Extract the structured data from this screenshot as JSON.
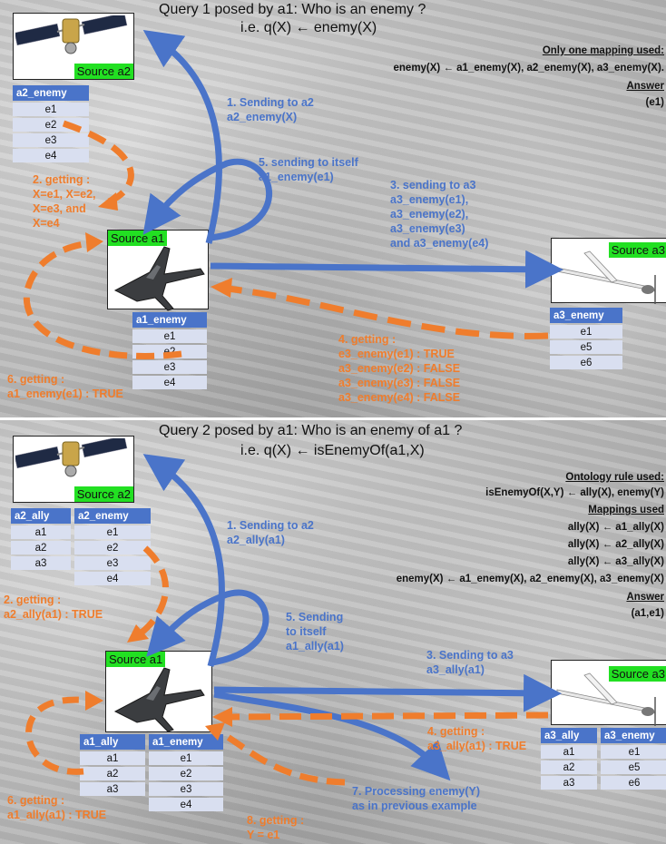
{
  "panel1": {
    "title_line1": "Query 1 posed by a1: Who  is an enemy ?",
    "title_line2": "i.e. q(X) ← enemy(X)",
    "mapping_header": "Only one mapping used:",
    "mapping_rule": "enemy(X) ← a1_enemy(X), a2_enemy(X), a3_enemy(X).",
    "answer_header": "Answer",
    "answer_value": "(e1)",
    "source_a1_label": "Source a1",
    "source_a2_label": "Source a2",
    "source_a3_label": "Source a3",
    "step1": [
      "1. Sending to a2",
      "a2_enemy(X)"
    ],
    "step2": [
      "2. getting :",
      "X=e1, X=e2,",
      "X=e3, and",
      "X=e4"
    ],
    "step3": [
      "3. sending to a3",
      "a3_enemy(e1),",
      "a3_enemy(e2),",
      "a3_enemy(e3)",
      "and a3_enemy(e4)"
    ],
    "step4": [
      "4. getting :",
      "e3_enemy(e1) : TRUE",
      "a3_enemy(e2) : FALSE",
      "a3_enemy(e3) : FALSE",
      "a3_enemy(e4) : FALSE"
    ],
    "step5": [
      "5. sending to itself",
      "a1_enemy(e1)"
    ],
    "step6": [
      "6. getting :",
      "a1_enemy(e1) : TRUE"
    ],
    "table_a2": {
      "header": "a2_enemy",
      "rows": [
        "e1",
        "e2",
        "e3",
        "e4"
      ]
    },
    "table_a1": {
      "header": "a1_enemy",
      "rows": [
        "e1",
        "e2",
        "e3",
        "e4"
      ]
    },
    "table_a3": {
      "header": "a3_enemy",
      "rows": [
        "e1",
        "e5",
        "e6"
      ]
    }
  },
  "panel2": {
    "title_line1": "Query 2 posed by a1: Who  is an enemy of a1 ?",
    "title_line2": "i.e. q(X) ← isEnemyOf(a1,X)",
    "ontology_header": "Ontology rule used:",
    "ontology_rule": "isEnemyOf(X,Y) ← ally(X), enemy(Y)",
    "mappings_header": "Mappings used",
    "mapping_rules": [
      "ally(X) ← a1_ally(X)",
      "ally(X) ← a2_ally(X)",
      "ally(X) ← a3_ally(X)",
      "enemy(X) ← a1_enemy(X), a2_enemy(X), a3_enemy(X)"
    ],
    "answer_header": "Answer",
    "answer_value": "(a1,e1)",
    "source_a1_label": "Source a1",
    "source_a2_label": "Source a2",
    "source_a3_label": "Source a3",
    "step1": [
      "1. Sending to a2",
      "a2_ally(a1)"
    ],
    "step2": [
      "2. getting :",
      "a2_ally(a1) : TRUE"
    ],
    "step3": [
      "3. Sending to a3",
      "a3_ally(a1)"
    ],
    "step4": [
      "4. getting :",
      "a3_ally(a1) : TRUE"
    ],
    "step5": [
      "5. Sending",
      "to itself",
      "a1_ally(a1)"
    ],
    "step6": [
      "6. getting :",
      "a1_ally(a1) : TRUE"
    ],
    "step7": [
      "7. Processing enemy(Y)",
      "as in previous example"
    ],
    "step8": [
      "8. getting :",
      "Y = e1"
    ],
    "table_a2_ally": {
      "header": "a2_ally",
      "rows": [
        "a1",
        "a2",
        "a3"
      ]
    },
    "table_a2_enemy": {
      "header": "a2_enemy",
      "rows": [
        "e1",
        "e2",
        "e3",
        "e4"
      ]
    },
    "table_a1_ally": {
      "header": "a1_ally",
      "rows": [
        "a1",
        "a2",
        "a3"
      ]
    },
    "table_a1_enemy": {
      "header": "a1_enemy",
      "rows": [
        "e1",
        "e2",
        "e3",
        "e4"
      ]
    },
    "table_a3_ally": {
      "header": "a3_ally",
      "rows": [
        "a1",
        "a2",
        "a3"
      ]
    },
    "table_a3_enemy": {
      "header": "a3_enemy",
      "rows": [
        "e1",
        "e5",
        "e6"
      ]
    }
  },
  "colors": {
    "blue_arrow": "#4a74c9",
    "orange_arrow": "#ef7d2d",
    "source_label": "#22e022",
    "table_header": "#4a74c9",
    "table_cell": "#d9dff0"
  },
  "icons": {
    "source_a1": "fighter-jet-icon",
    "source_a2": "satellite-icon",
    "source_a3": "drone-icon"
  }
}
